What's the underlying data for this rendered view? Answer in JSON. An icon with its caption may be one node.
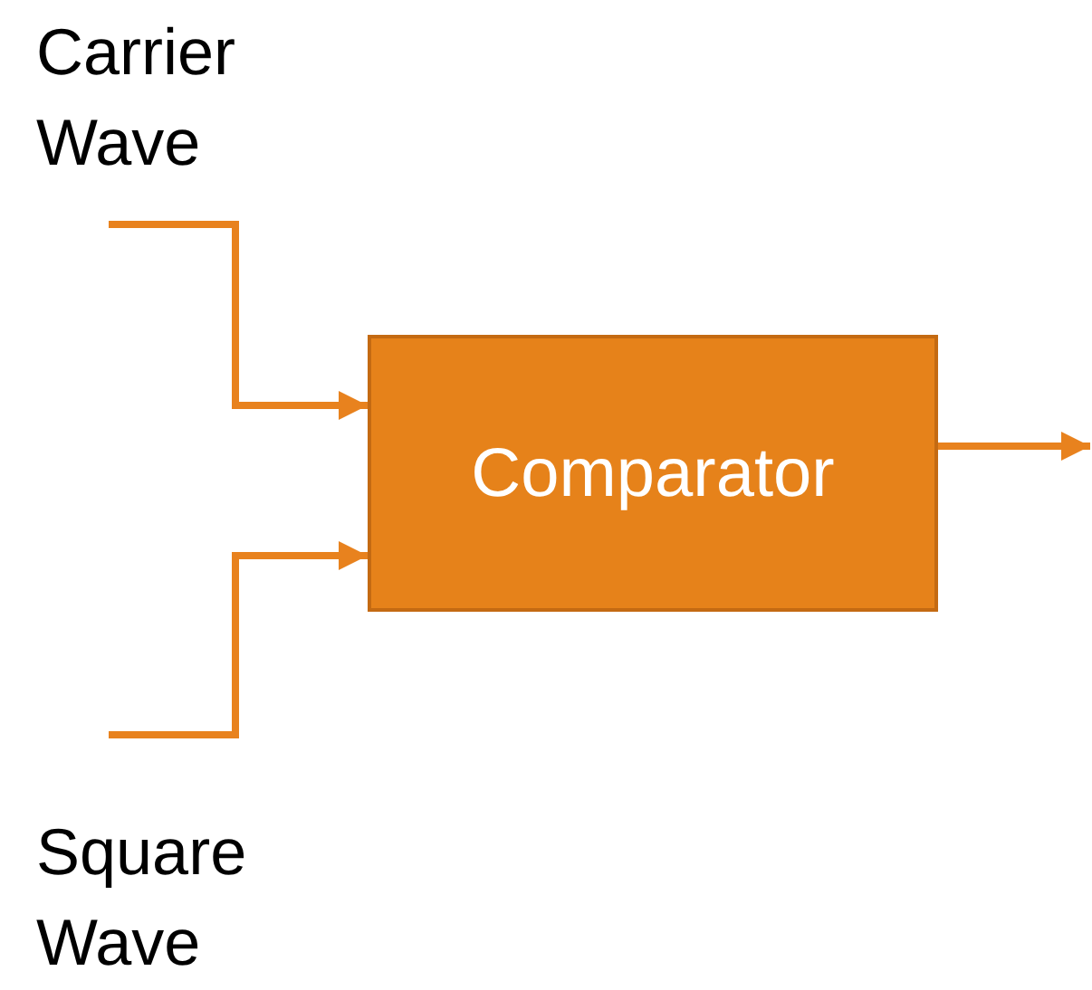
{
  "diagram": {
    "nodes": [
      {
        "text": [
          "Carrier Wave"
        ]
      },
      {
        "text": [
          "Square Wave"
        ]
      },
      {
        "text": [
          "Comparator"
        ]
      }
    ],
    "edges": [
      {
        "from": 0,
        "to": 2,
        "arrow": "to"
      },
      {
        "from": 1,
        "to": 2,
        "arrow": "to"
      },
      {
        "from": 2,
        "to": null,
        "arrow": "to"
      }
    ]
  }
}
